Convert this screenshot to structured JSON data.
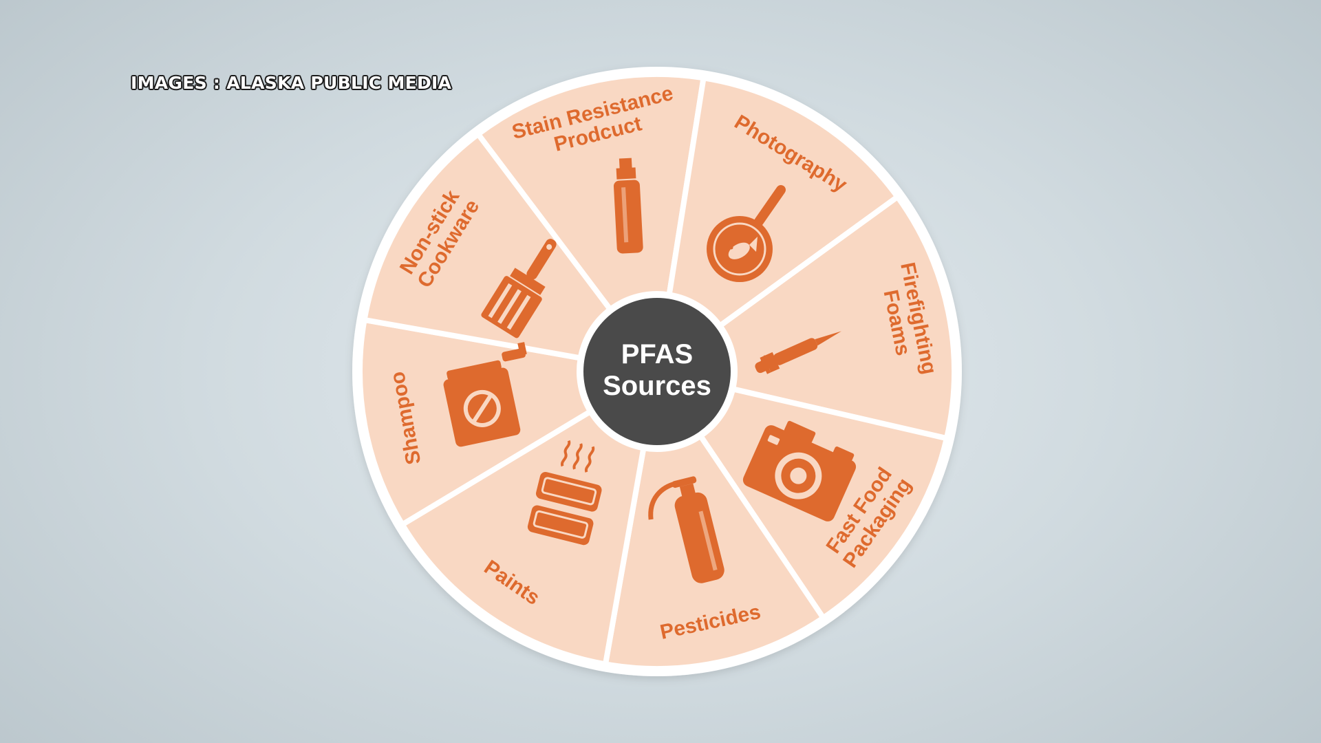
{
  "credit": "IMAGES : ALASKA PUBLIC MEDIA",
  "center": {
    "line1": "PFAS",
    "line2": "Sources"
  },
  "segments": [
    {
      "lines": [
        "Shampoo"
      ],
      "icon": "shampoo-bottle-icon"
    },
    {
      "lines": [
        "Non-stick",
        "Cookware"
      ],
      "icon": "frying-pan-icon"
    },
    {
      "lines": [
        "Stain Resistance",
        "Prodcuct"
      ],
      "icon": "dropper-icon"
    },
    {
      "lines": [
        "Photography"
      ],
      "icon": "camera-icon"
    },
    {
      "lines": [
        "Firefighting",
        "Foams"
      ],
      "icon": "fire-extinguisher-icon"
    },
    {
      "lines": [
        "Fast Food",
        "Packaging"
      ],
      "icon": "food-container-icon"
    },
    {
      "lines": [
        "Pesticides"
      ],
      "icon": "pesticide-can-icon"
    },
    {
      "lines": [
        "Paints"
      ],
      "icon": "paintbrush-icon"
    }
  ],
  "colors": {
    "segment": "#f9d8c3",
    "accent": "#de6a2e",
    "center": "#4a4a4a",
    "divider": "#ffffff"
  }
}
